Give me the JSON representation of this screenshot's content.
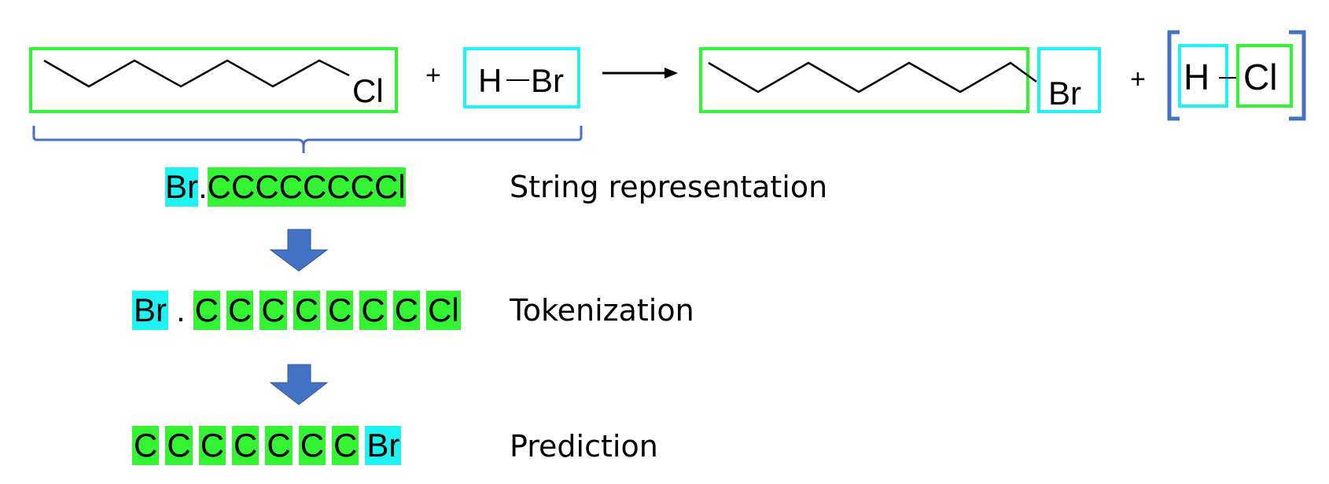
{
  "reaction": {
    "reactant1_atom": "Cl",
    "plus1": "+",
    "reactant2_h": "H",
    "reactant2_br": "Br",
    "product1_atom": "Br",
    "plus2": "+",
    "product2_h": "H",
    "product2_cl": "Cl"
  },
  "colors": {
    "alkyl_highlight": "#33f333",
    "hbr_highlight": "#1ff2f2",
    "brace_arrow_blue": "#4472c4"
  },
  "steps": {
    "string": {
      "label": "String representation",
      "prefix": "Br",
      "dot": ".",
      "chain": "CCCCCCCCl"
    },
    "tokenization": {
      "label": "Tokenization",
      "tokens": [
        {
          "text": "Br",
          "color": "cyan"
        },
        {
          "text": ".",
          "color": "none"
        },
        {
          "text": "C",
          "color": "green"
        },
        {
          "text": "C",
          "color": "green"
        },
        {
          "text": "C",
          "color": "green"
        },
        {
          "text": "C",
          "color": "green"
        },
        {
          "text": "C",
          "color": "green"
        },
        {
          "text": "C",
          "color": "green"
        },
        {
          "text": "C",
          "color": "green"
        },
        {
          "text": "Cl",
          "color": "green"
        }
      ]
    },
    "prediction": {
      "label": "Prediction",
      "tokens": [
        {
          "text": "C",
          "color": "green"
        },
        {
          "text": "C",
          "color": "green"
        },
        {
          "text": "C",
          "color": "green"
        },
        {
          "text": "C",
          "color": "green"
        },
        {
          "text": "C",
          "color": "green"
        },
        {
          "text": "C",
          "color": "green"
        },
        {
          "text": "C",
          "color": "green"
        },
        {
          "text": "Br",
          "color": "cyan"
        }
      ]
    }
  }
}
